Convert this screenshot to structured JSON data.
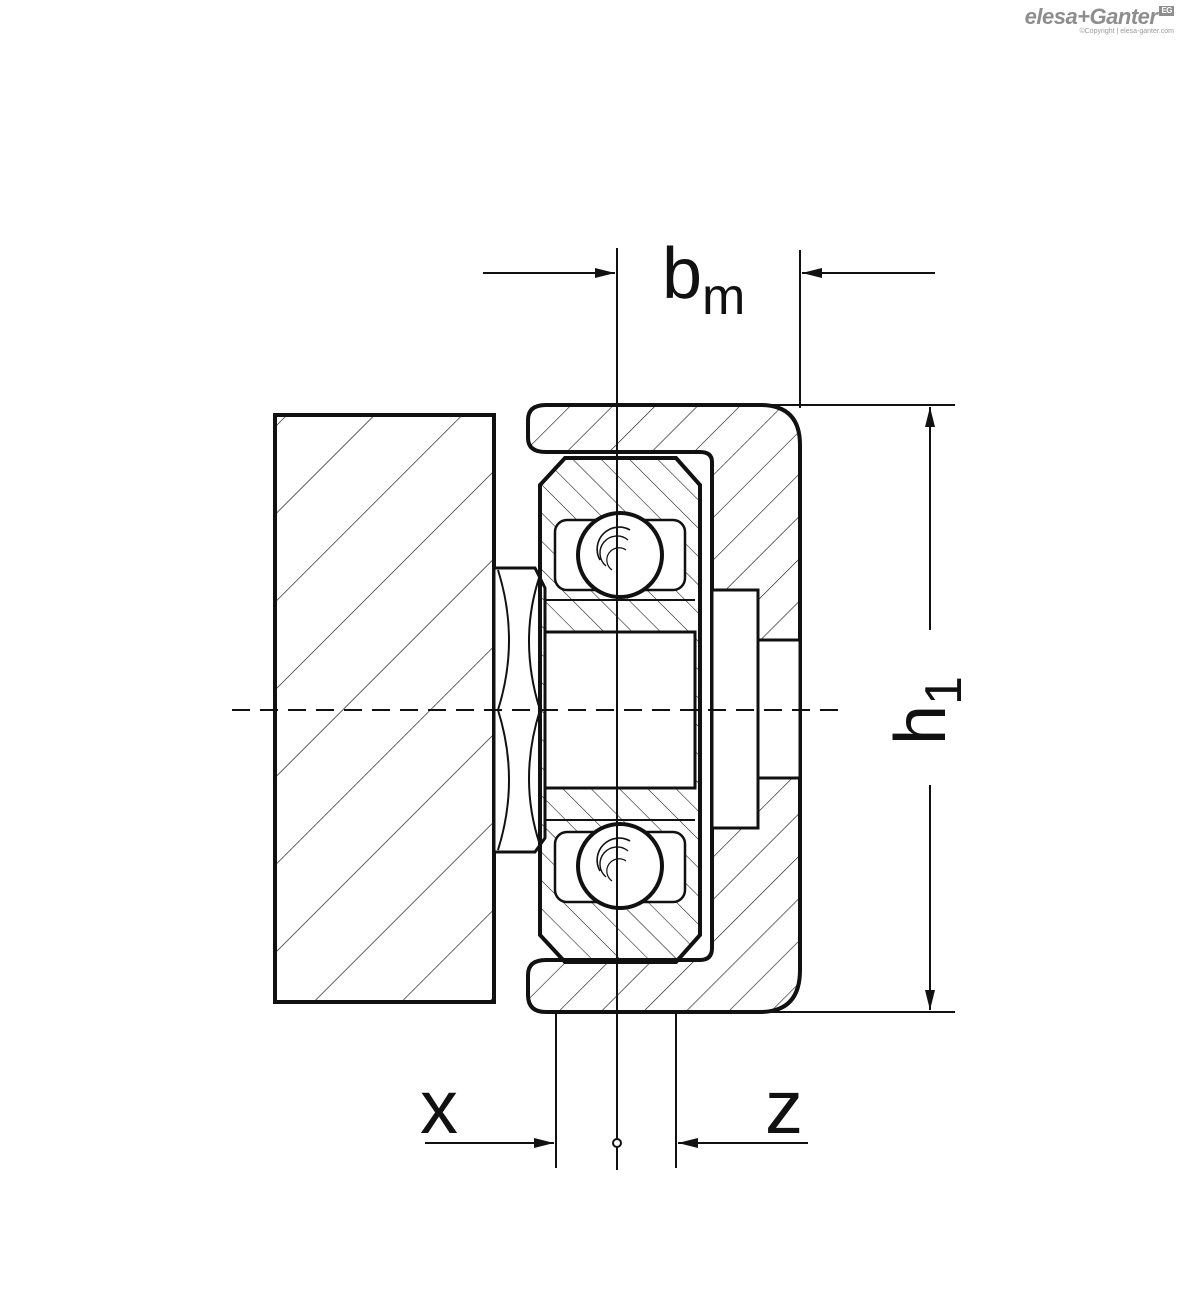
{
  "logo": {
    "brand": "elesa+Ganter",
    "badge": "EG",
    "copyright": "©Copyright | elesa-ganter.com"
  },
  "dimensions": {
    "bm_main": "b",
    "bm_sub": "m",
    "h1_main": "h",
    "h1_sub": "1",
    "x": "x",
    "z": "z"
  },
  "colors": {
    "line": "#111111",
    "background": "#ffffff",
    "logo": "#8e8e8e"
  }
}
